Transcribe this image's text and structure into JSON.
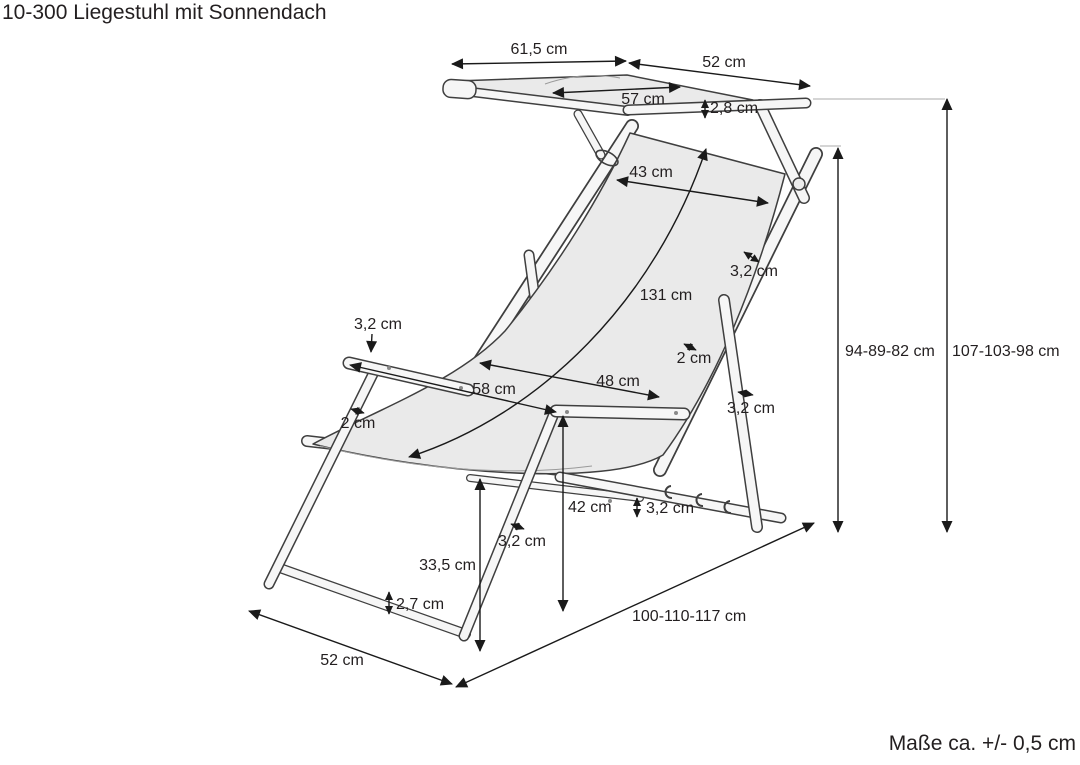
{
  "title": "10-300 Liegestuhl mit Sonnendach",
  "footnote": "Maße ca. +/- 0,5 cm",
  "diagram": {
    "type": "technical_dimension_drawing",
    "subject": "folding deck chair with sun canopy",
    "unit": "cm",
    "dims": {
      "canopy_width": "61,5 cm",
      "canopy_depth": "52 cm",
      "canopy_fabric_width": "57 cm",
      "canopy_bar_thickness": "2,8 cm",
      "backrest_fabric_width": "43 cm",
      "backrest_rail_thickness": "3,2 cm",
      "fabric_length": "131 cm",
      "armrest_bar_thickness": "3,2 cm",
      "backrest_height_range": "94-89-82 cm",
      "total_height_range": "107-103-98 cm",
      "side_rail_thickness": "2 cm",
      "armrest_length": "58 cm",
      "inner_width": "48 cm",
      "rear_leg_thickness": "3,2 cm",
      "front_post_thickness": "2 cm",
      "armrest_height": "42 cm",
      "notch_rail_thickness": "3,2 cm",
      "front_leg_thickness": "3,2 cm",
      "seat_front_height": "33,5 cm",
      "cross_bar_thickness": "2,7 cm",
      "base_width": "52 cm",
      "total_length_range": "100-110-117 cm"
    }
  }
}
